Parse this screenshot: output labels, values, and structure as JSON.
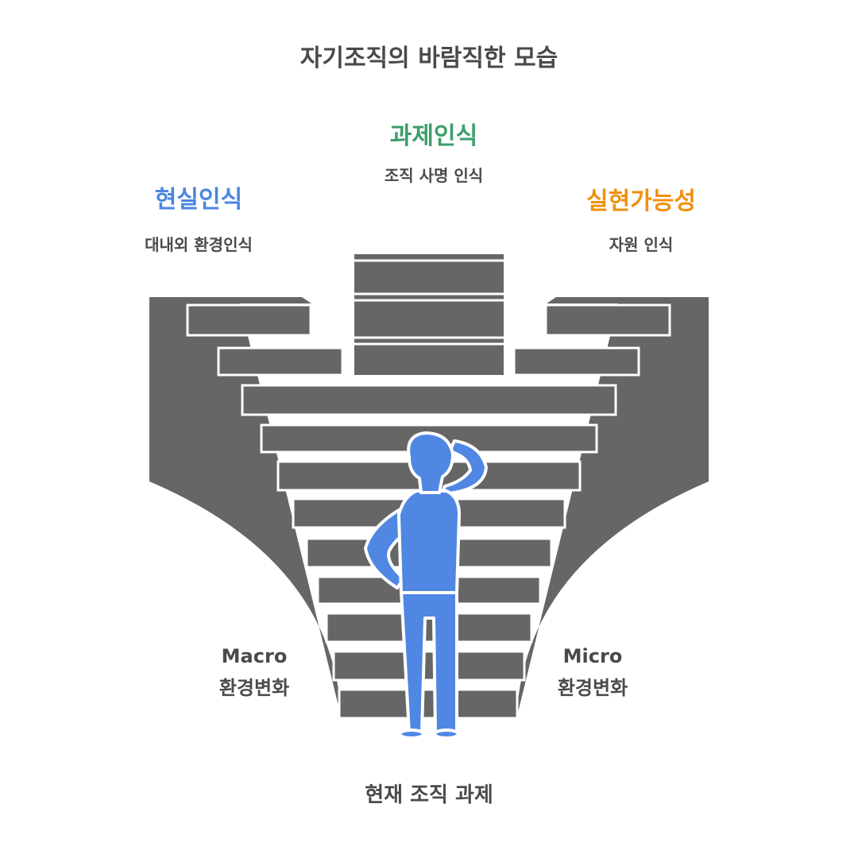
{
  "title": "자기조직의 바람직한 모습",
  "pillars": [
    {
      "heading": "현실인식",
      "subtitle": "대내외 환경인식",
      "color": "#4a86e0"
    },
    {
      "heading": "과제인식",
      "subtitle": "조직 사명 인식",
      "color": "#3a9e6a"
    },
    {
      "heading": "실현가능성",
      "subtitle": "자원 인식",
      "color": "#f0900e"
    }
  ],
  "left_label": {
    "line1": "Macro",
    "line2": "환경변화"
  },
  "right_label": {
    "line1": "Micro",
    "line2": "환경변화"
  },
  "bottom_label": "현재 조직 과제",
  "colors": {
    "structure": "#666666",
    "figure": "#4f87e3",
    "text": "#4a4a4a"
  }
}
